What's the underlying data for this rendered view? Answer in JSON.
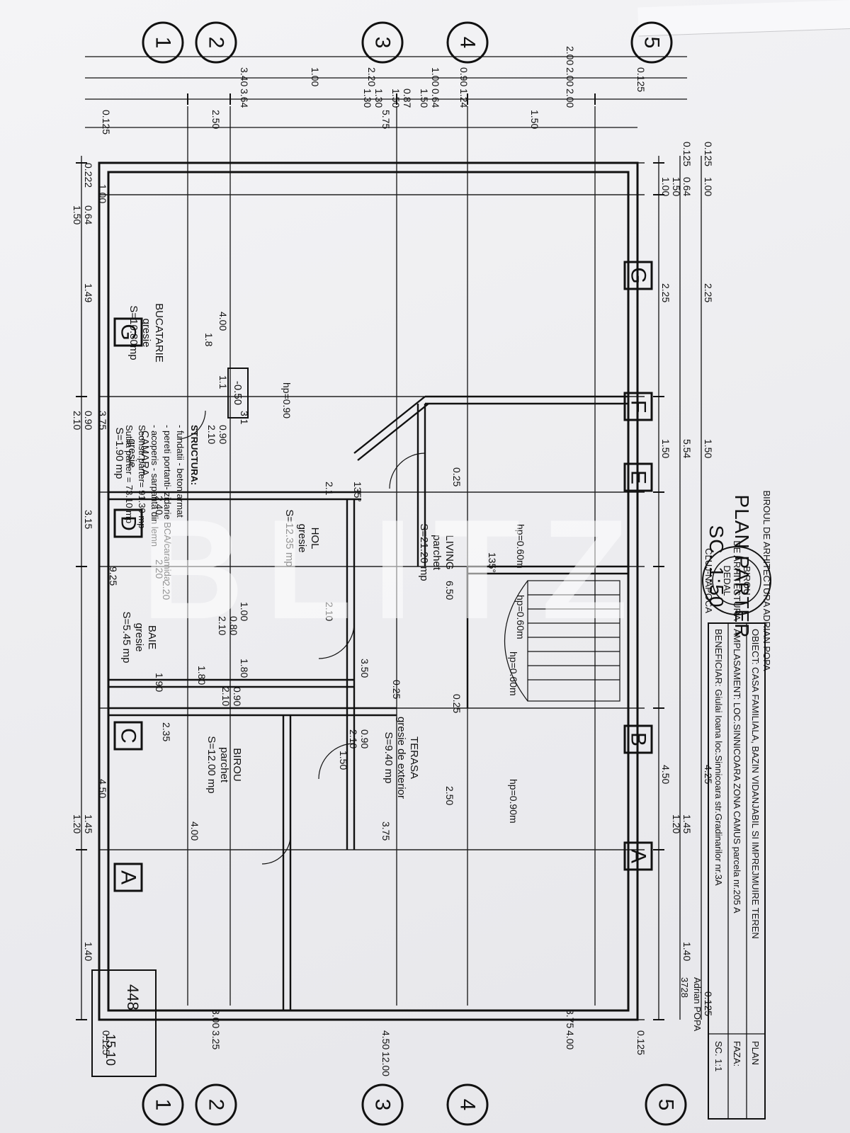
{
  "title": {
    "line1": "PLAN PARTER",
    "scale": "SC. 1:50"
  },
  "axes": {
    "num": [
      "1",
      "2",
      "3",
      "4",
      "5"
    ],
    "letters": [
      "A",
      "B",
      "C",
      "D",
      "E",
      "F",
      "G"
    ]
  },
  "rooms": {
    "bucatarie": [
      "BUCATARIE",
      "gresie",
      "S=10.80mp"
    ],
    "camara": [
      "CAMARA",
      "gresie",
      "S=1.90 mp"
    ],
    "hol": [
      "HOL",
      "gresie",
      "S=12.35 mp"
    ],
    "living": [
      "LIVING",
      "parchet",
      "S=21.20 mp"
    ],
    "baie": [
      "BAIE",
      "gresie",
      "S=5.45 mp"
    ],
    "birou": [
      "BIROU",
      "parchet",
      "S=12.00 mp"
    ],
    "terasa": [
      "TERASA",
      "gresie de exterior",
      "S=9.40 mp"
    ]
  },
  "level": "-0.50",
  "dims": {
    "top": [
      "1.00",
      "2.25",
      "1.50",
      "4.50",
      "0.125",
      "0.64",
      "1.50",
      "5.54",
      "1.45",
      "1.20",
      "1.40",
      "0.125",
      "1.00",
      "2.25",
      "1.50",
      "4.25",
      "0.125"
    ],
    "bottom": [
      "0.222",
      "0.64",
      "1.50",
      "1.49",
      "0.90",
      "2.10",
      "3.15",
      "1.45",
      "1.20",
      "1.40",
      "1.00",
      "3.75",
      "4.50",
      "9.25"
    ],
    "left": [
      "0.125",
      "2.00",
      "2.00",
      "1.50",
      "2.00",
      "1.24",
      "0.90",
      "1.00",
      "0.64",
      "1.50",
      "0.87",
      "1.50",
      "5.75",
      "1.30",
      "1.30",
      "2.20",
      "1.00",
      "3.40",
      "3.64",
      "2.50",
      "0.125"
    ],
    "right": [
      "0.125",
      "4.00",
      "3.75",
      "12.00",
      "4.50",
      "3.25",
      "3.00",
      "0.125"
    ],
    "inner": [
      "4.00",
      "1.8",
      "1.1",
      "0.90",
      "2.10",
      "2.40",
      "2.20",
      "2.20",
      "1.00",
      "2.10",
      "0.80",
      "2.10",
      "1.80",
      "0.90",
      "2.10",
      "1.80",
      "1.90",
      "2.35",
      "4.00",
      "3.50",
      "0.90",
      "2.10",
      "1.50",
      "3.75",
      "2.50",
      "6.50",
      "0.25",
      "0.25",
      "0.25",
      "135°",
      "135°",
      "hp=0.90",
      "hp=0.60m",
      "hp=0.60m",
      "hp=0.60m",
      "hp=0.90m",
      "3.1",
      "2.1"
    ]
  },
  "structure": {
    "heading": "STRUCTURA:",
    "items": [
      "- fundatii - beton armat",
      "- pereti portanti- zidarie BCA/caramida",
      "- acoperis - sarpanta din lemn",
      "Sconstr.parter= 91.30 mp",
      "Sutila parter = 73.10 mp"
    ]
  },
  "stamp": {
    "ring": "BIROUL DE ARHITECTURA ADRIAN POPA",
    "center": [
      "BIROU",
      "DE ARHITECTURA",
      "DEDAL"
    ],
    "city": "CLUJ-NAPOCA"
  },
  "titleblock": {
    "obiect": "OBIECT: CASA FAMILIALA, BAZIN VIDANJABIL SI IMPREJMUIRE TEREN",
    "amplasament": "AMPLASAMENT: LOC.SINNICOARA ZONA CAMUS parcela nr.205 A",
    "beneficiar": "BENEFICIAR: Giulai Ioana loc.Sinnicoara str.Gradinarilor nr.3A",
    "plan": "PLAN",
    "faza": "FAZA:",
    "sc": "SC. 1:1",
    "sig_label": "Adrian POPA",
    "sig_num": "3728"
  },
  "approval": {
    "num": "448",
    "date": "15.10"
  },
  "watermark": "BLITZ"
}
